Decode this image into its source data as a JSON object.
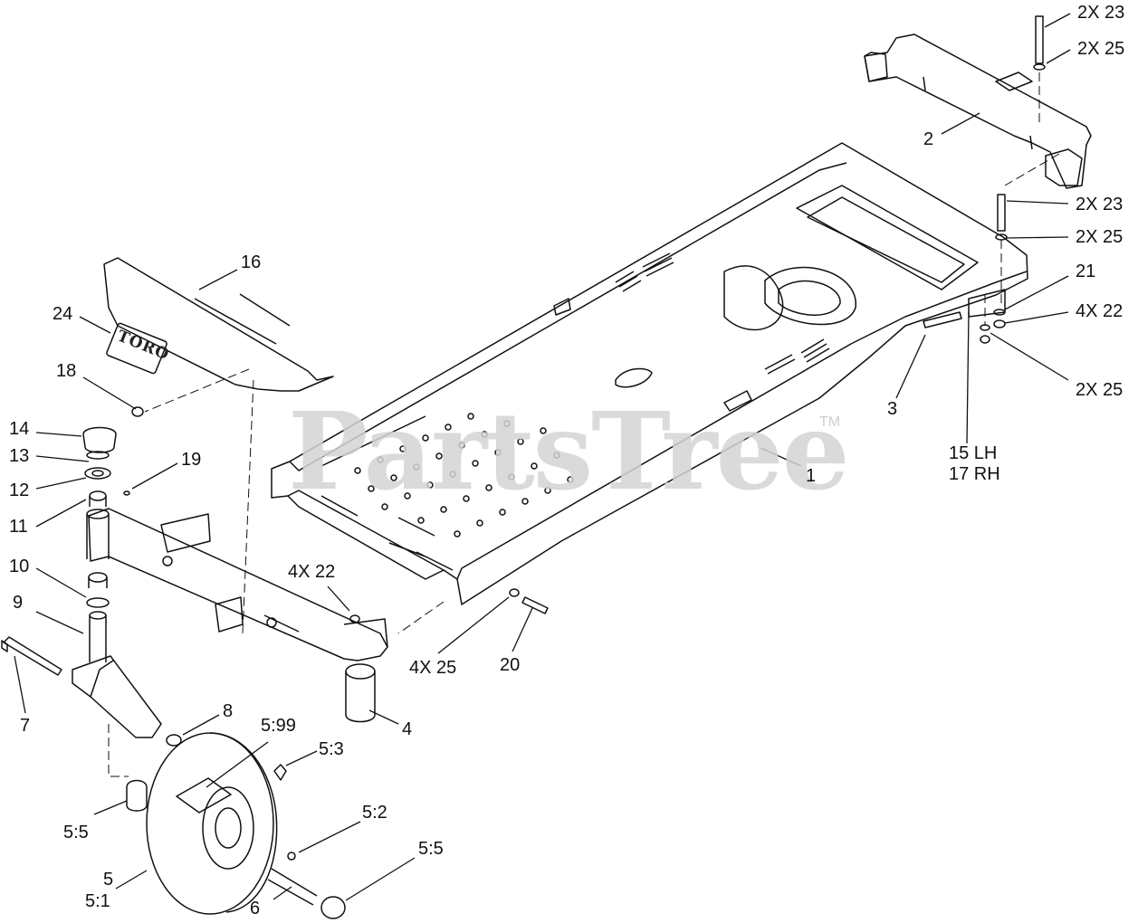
{
  "watermark": {
    "text": "PartsTree",
    "trademark": "TM"
  },
  "logo_text": "TORO",
  "callouts": [
    {
      "id": "c-23-top",
      "text": "2X  23"
    },
    {
      "id": "c-25-top",
      "text": "2X  25"
    },
    {
      "id": "c-2",
      "text": "2"
    },
    {
      "id": "c-23-mid",
      "text": "2X  23"
    },
    {
      "id": "c-25-mid",
      "text": "2X  25"
    },
    {
      "id": "c-21",
      "text": "21"
    },
    {
      "id": "c-22-right",
      "text": "4X  22"
    },
    {
      "id": "c-25-right",
      "text": "2X  25"
    },
    {
      "id": "c-3",
      "text": "3"
    },
    {
      "id": "c-15",
      "text": "15  LH"
    },
    {
      "id": "c-17",
      "text": "17  RH"
    },
    {
      "id": "c-1",
      "text": "1"
    },
    {
      "id": "c-16",
      "text": "16"
    },
    {
      "id": "c-24",
      "text": "24"
    },
    {
      "id": "c-18",
      "text": "18"
    },
    {
      "id": "c-14",
      "text": "14"
    },
    {
      "id": "c-13",
      "text": "13"
    },
    {
      "id": "c-12",
      "text": "12"
    },
    {
      "id": "c-11",
      "text": "11"
    },
    {
      "id": "c-19",
      "text": "19"
    },
    {
      "id": "c-10",
      "text": "10"
    },
    {
      "id": "c-9",
      "text": "9"
    },
    {
      "id": "c-7",
      "text": "7"
    },
    {
      "id": "c-22-left",
      "text": "4X  22"
    },
    {
      "id": "c-25-left",
      "text": "4X  25"
    },
    {
      "id": "c-20",
      "text": "20"
    },
    {
      "id": "c-4",
      "text": "4"
    },
    {
      "id": "c-8",
      "text": "8"
    },
    {
      "id": "c-5-99",
      "text": "5:99"
    },
    {
      "id": "c-5-3",
      "text": "5:3"
    },
    {
      "id": "c-5-5a",
      "text": "5:5"
    },
    {
      "id": "c-5-2",
      "text": "5:2"
    },
    {
      "id": "c-5-5b",
      "text": "5:5"
    },
    {
      "id": "c-5",
      "text": "5"
    },
    {
      "id": "c-5-1",
      "text": "5:1"
    },
    {
      "id": "c-6",
      "text": "6"
    }
  ]
}
